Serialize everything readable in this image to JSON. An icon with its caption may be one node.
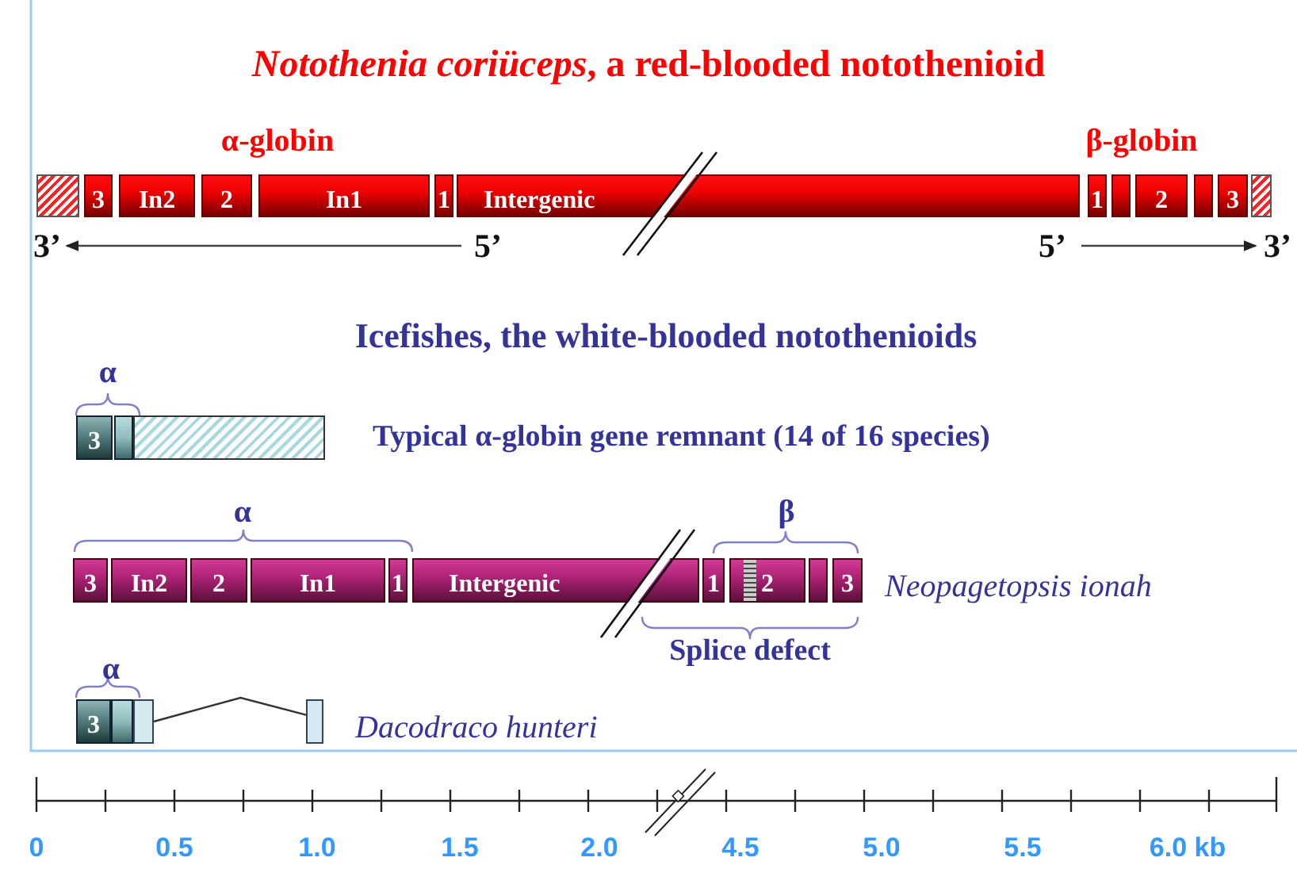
{
  "diagram": {
    "title": "*Notothenia coriüceps*, a red-blooded notothenioid",
    "nodes": [
      {
        "text": [],
        "shape": "box"
      },
      {
        "text": [
          "3"
        ]
      },
      {
        "text": [
          "In2"
        ]
      },
      {
        "text": [
          "2"
        ]
      },
      {
        "text": [
          "In1"
        ]
      },
      {
        "text": [
          "1"
        ]
      },
      {
        "text": [
          "Intergenic"
        ]
      },
      {
        "text": [
          "1"
        ]
      },
      {
        "text": [],
        "shape": "box"
      },
      {
        "text": [
          "2"
        ]
      },
      {
        "text": [],
        "shape": "box"
      },
      {
        "text": [
          "3"
        ]
      },
      {
        "text": [],
        "shape": "box"
      },
      {
        "text": [
          "3"
        ]
      },
      {
        "text": [],
        "shape": "box"
      },
      {
        "text": [],
        "shape": "box"
      },
      {
        "text": [
          "3"
        ]
      },
      {
        "text": [
          "In2"
        ]
      },
      {
        "text": [
          "2"
        ]
      },
      {
        "text": [
          "In1"
        ]
      },
      {
        "text": [
          "1"
        ]
      },
      {
        "text": [
          "Intergenic"
        ]
      },
      {
        "text": [
          "1"
        ]
      },
      {
        "text": [
          "2"
        ]
      },
      {
        "text": [],
        "shape": "box"
      },
      {
        "text": [
          "3"
        ]
      },
      {
        "text": [
          "3"
        ]
      },
      {
        "text": [],
        "shape": "box"
      },
      {
        "text": [],
        "shape": "box"
      },
      {
        "text": [],
        "shape": "box"
      }
    ],
    "edges": [
      {
        "from": 28,
        "to": 29,
        "arrow": "none"
      }
    ],
    "labels": [
      "α-globin",
      "β-globin",
      "3’",
      "5’",
      "5’",
      "3’",
      "Icefishes, the white-blooded notothenioids",
      "α",
      "Typical α-globin gene remnant (14 of 16 species)",
      "α",
      "β",
      "Neopagetopsis ionah",
      "Splice defect",
      "α",
      "Dacodraco hunteri",
      "0",
      "0.5",
      "1.0",
      "1.5",
      "2.0",
      "4.5",
      "5.0",
      "5.5",
      "6.0 kb"
    ]
  }
}
